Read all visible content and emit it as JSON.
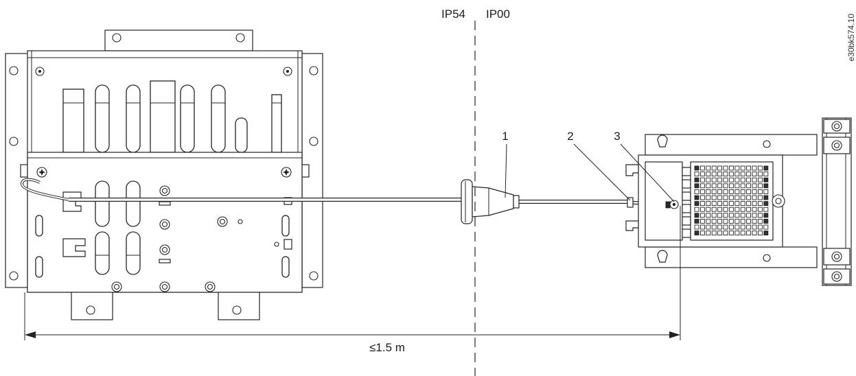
{
  "zones": {
    "left": "IP54",
    "right": "IP00"
  },
  "callouts": [
    "1",
    "2",
    "3"
  ],
  "dimension": {
    "label": "≤1.5 m"
  },
  "figure_id": "e30bk574.10",
  "icons": [
    "screw-icon",
    "ground-terminal-icon",
    "cable-gland-icon",
    "heatsink-grid-icon"
  ]
}
